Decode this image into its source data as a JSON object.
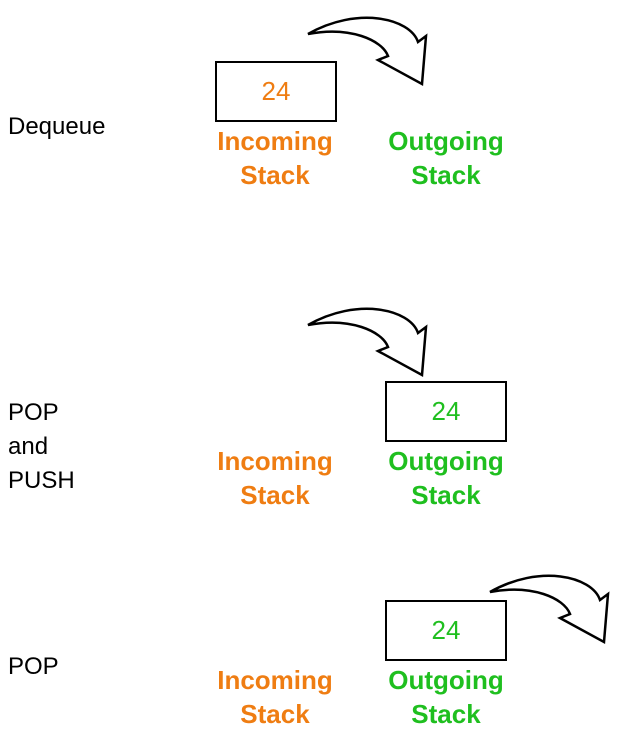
{
  "colors": {
    "incoming": "#ef7d12",
    "outgoing": "#1fbf1f",
    "text": "#000000"
  },
  "steps": [
    {
      "operation": [
        "Dequeue"
      ],
      "incoming_label": [
        "Incoming",
        "Stack"
      ],
      "outgoing_label": [
        "Outgoing",
        "Stack"
      ],
      "item_value": "24",
      "item_location": "incoming",
      "arrow_icon": "curved-arrow-icon"
    },
    {
      "operation": [
        "POP",
        "and",
        "PUSH"
      ],
      "incoming_label": [
        "Incoming",
        "Stack"
      ],
      "outgoing_label": [
        "Outgoing",
        "Stack"
      ],
      "item_value": "24",
      "item_location": "outgoing",
      "arrow_icon": "curved-arrow-icon"
    },
    {
      "operation": [
        "POP"
      ],
      "incoming_label": [
        "Incoming",
        "Stack"
      ],
      "outgoing_label": [
        "Outgoing",
        "Stack"
      ],
      "item_value": "24",
      "item_location": "outgoing",
      "arrow_icon": "curved-arrow-icon"
    }
  ]
}
